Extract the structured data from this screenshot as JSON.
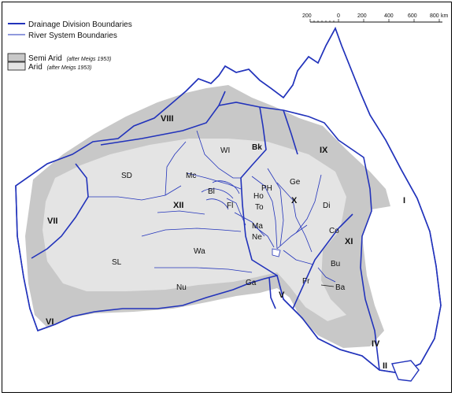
{
  "legend": {
    "drainage_boundaries": "Drainage Division Boundaries",
    "river_boundaries": "River System Boundaries",
    "semi_arid": "Semi Arid",
    "semi_arid_note": "(after Meigs 1953)",
    "arid": "Arid",
    "arid_note": "(after Meigs 1953)"
  },
  "scale": {
    "ticks": [
      "200",
      "0",
      "200",
      "400",
      "600",
      "800"
    ],
    "unit": "km"
  },
  "colors": {
    "boundary": "#2233bb",
    "semi_arid": "#c8c8c8",
    "arid": "#e4e4e4",
    "land": "#ffffff"
  },
  "divisions": {
    "I": "I",
    "II": "II",
    "IV": "IV",
    "V": "V",
    "VI": "VI",
    "VII": "VII",
    "VIII": "VIII",
    "IX": "IX",
    "X": "X",
    "XI": "XI",
    "XII": "XII"
  },
  "basins": {
    "SD": "SD",
    "Mc": "Mc",
    "WI": "WI",
    "Bk": "Bk",
    "Ge": "Ge",
    "Bl": "Bl",
    "Fl": "Fl",
    "PH": "PH",
    "Ho": "Ho",
    "To": "To",
    "Di": "Di",
    "Co": "Co",
    "Ma": "Ma",
    "Ne": "Ne",
    "Wa": "Wa",
    "SL": "SL",
    "Nu": "Nu",
    "Ga": "Ga",
    "Fr": "Fr",
    "Bu": "Bu",
    "Ba": "Ba"
  }
}
